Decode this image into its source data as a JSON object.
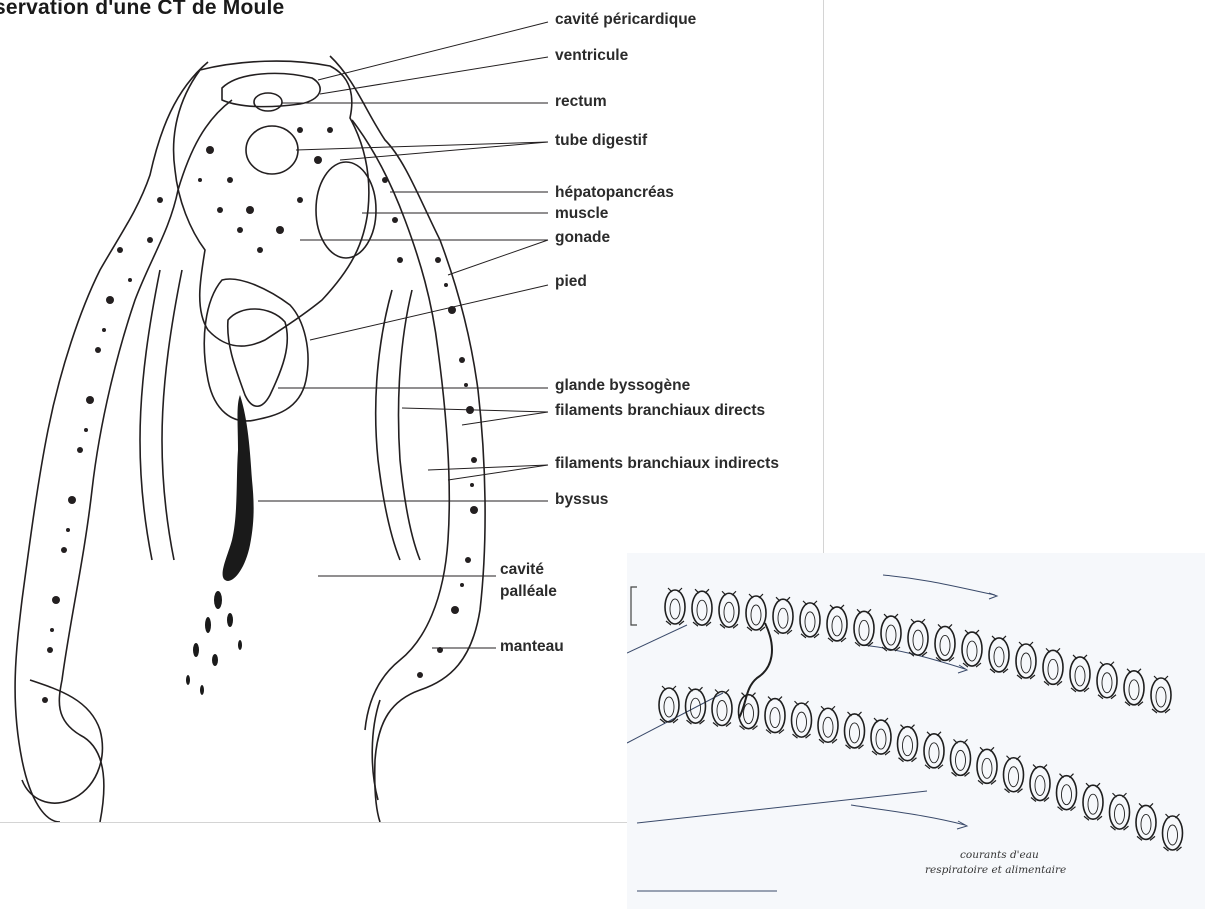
{
  "figure": {
    "title": "servation d'une CT de Moule",
    "labels": {
      "cavite_pericardique": "cavité péricardique",
      "ventricule": "ventricule",
      "rectum": "rectum",
      "tube_digestif": "tube digestif",
      "hepatopancreas": "hépatopancréas",
      "muscle": "muscle",
      "gonade": "gonade",
      "pied": "pied",
      "glande_byssogene": "glande byssogène",
      "filaments_directs": "filaments branchiaux directs",
      "filaments_indirects": "filaments branchiaux indirects",
      "byssus": "byssus",
      "cavite_palleale_1": "cavité",
      "cavite_palleale_2": "palléale",
      "manteau": "manteau"
    }
  },
  "inset": {
    "caption_line1": "courants d'eau",
    "caption_line2": "respiratoire et alimentaire"
  },
  "colors": {
    "ink": "#231f20",
    "inset_bg": "#f6f8fb",
    "label": "#2b2b2b"
  }
}
